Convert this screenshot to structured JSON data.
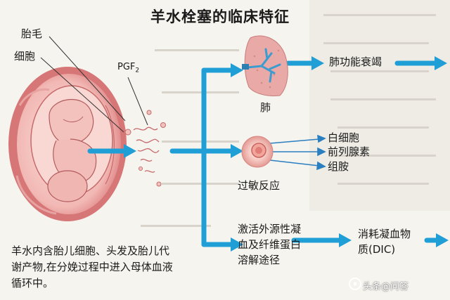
{
  "title": "羊水栓塞的临床特征",
  "labels": {
    "lanugo": "胎毛",
    "cells": "细胞",
    "pgf2": "PGF",
    "pgf2_sub": "2"
  },
  "nodes": {
    "lung": "肺",
    "lung_failure": "肺功能衰竭",
    "allergy": "过敏反应",
    "wbc": "白细胞",
    "prostaglandin": "前列腺素",
    "histamine": "组胺",
    "coag_line1": "激活外源性凝",
    "coag_line2": "血及纤维蛋白",
    "coag_line3": "溶解途径",
    "dic_line1": "消耗凝血物",
    "dic_line2": "质(DIC)"
  },
  "caption": "羊水内含胎儿细胞、头发及胎儿代谢产物,在分娩过程中进入母体血液循环中。",
  "watermark": "头条@问答",
  "colors": {
    "arrow": "#1f9fd6",
    "arrow_thin": "#2a7fc0",
    "uterus": "#e5a0a0",
    "lung": "#e9a9a6",
    "bronchi": "#3d9ccf"
  }
}
